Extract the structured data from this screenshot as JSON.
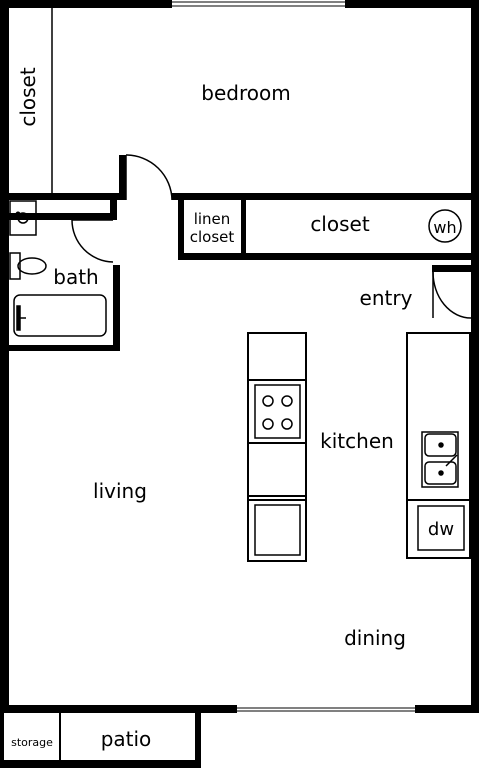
{
  "rooms": {
    "bedroom": "bedroom",
    "closet_bedroom": "closet",
    "linen_closet_line1": "linen",
    "linen_closet_line2": "closet",
    "closet_hall": "closet",
    "water_heater": "wh",
    "bath": "bath",
    "entry": "entry",
    "kitchen": "kitchen",
    "living": "living",
    "dining": "dining",
    "dishwasher": "dw",
    "storage": "storage",
    "patio": "patio"
  }
}
